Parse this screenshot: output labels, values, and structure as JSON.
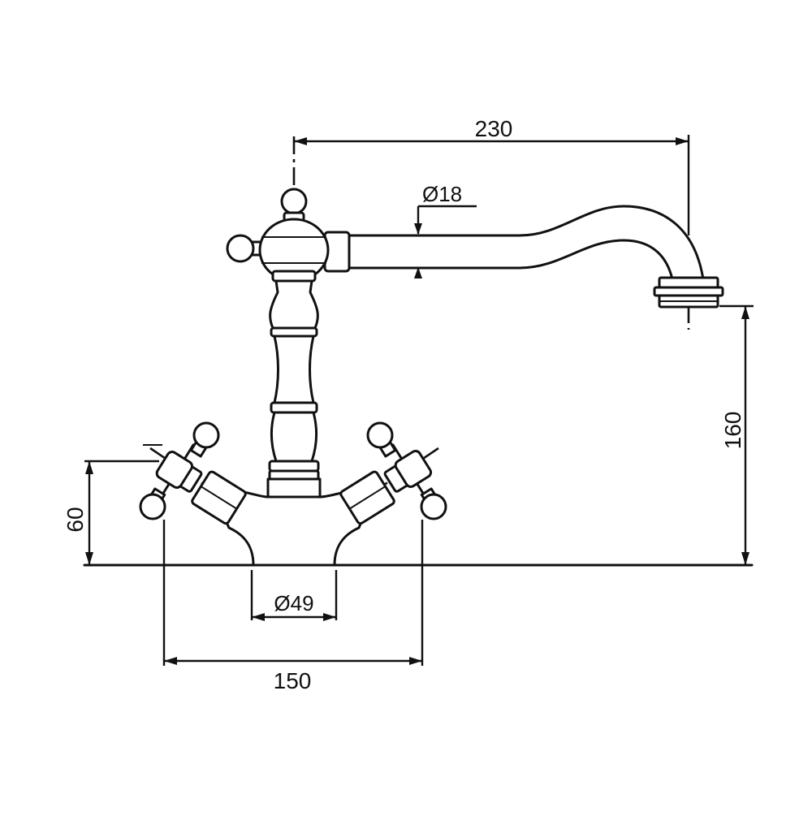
{
  "dimensions": {
    "spout_reach": "230",
    "spout_diameter": "Ø18",
    "spout_height": "160",
    "handle_height": "60",
    "base_diameter": "Ø49",
    "handle_spacing": "150"
  },
  "colors": {
    "line": "#111111",
    "background": "#ffffff"
  }
}
